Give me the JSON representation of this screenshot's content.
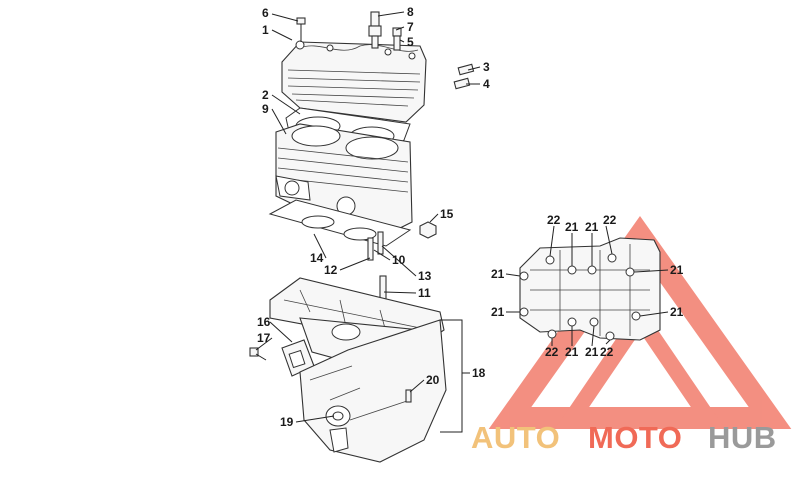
{
  "diagram": {
    "callouts": {
      "c1": "1",
      "c2": "2",
      "c3": "3",
      "c4": "4",
      "c5": "5",
      "c6": "6",
      "c7": "7",
      "c8": "8",
      "c9": "9",
      "c10": "10",
      "c11": "11",
      "c12": "12",
      "c13": "13",
      "c14": "14",
      "c15": "15",
      "c16": "16",
      "c17": "17",
      "c18": "18",
      "c19": "19",
      "c20": "20"
    },
    "inset_callouts": {
      "t22a": "22",
      "t21a": "21",
      "t21b": "21",
      "t22b": "22",
      "l21a": "21",
      "l21b": "21",
      "r21a": "21",
      "r21b": "21",
      "b22a": "22",
      "b21a": "21",
      "b21b": "21",
      "b22b": "22"
    }
  },
  "watermark": {
    "part1": "AUTO",
    "part2": "MOTO",
    "part3": "HUB",
    "colors": {
      "auto": "#f2c27a",
      "moto": "#f06a57",
      "hub": "#9a9a9a",
      "triangle": "#f06a57"
    }
  }
}
